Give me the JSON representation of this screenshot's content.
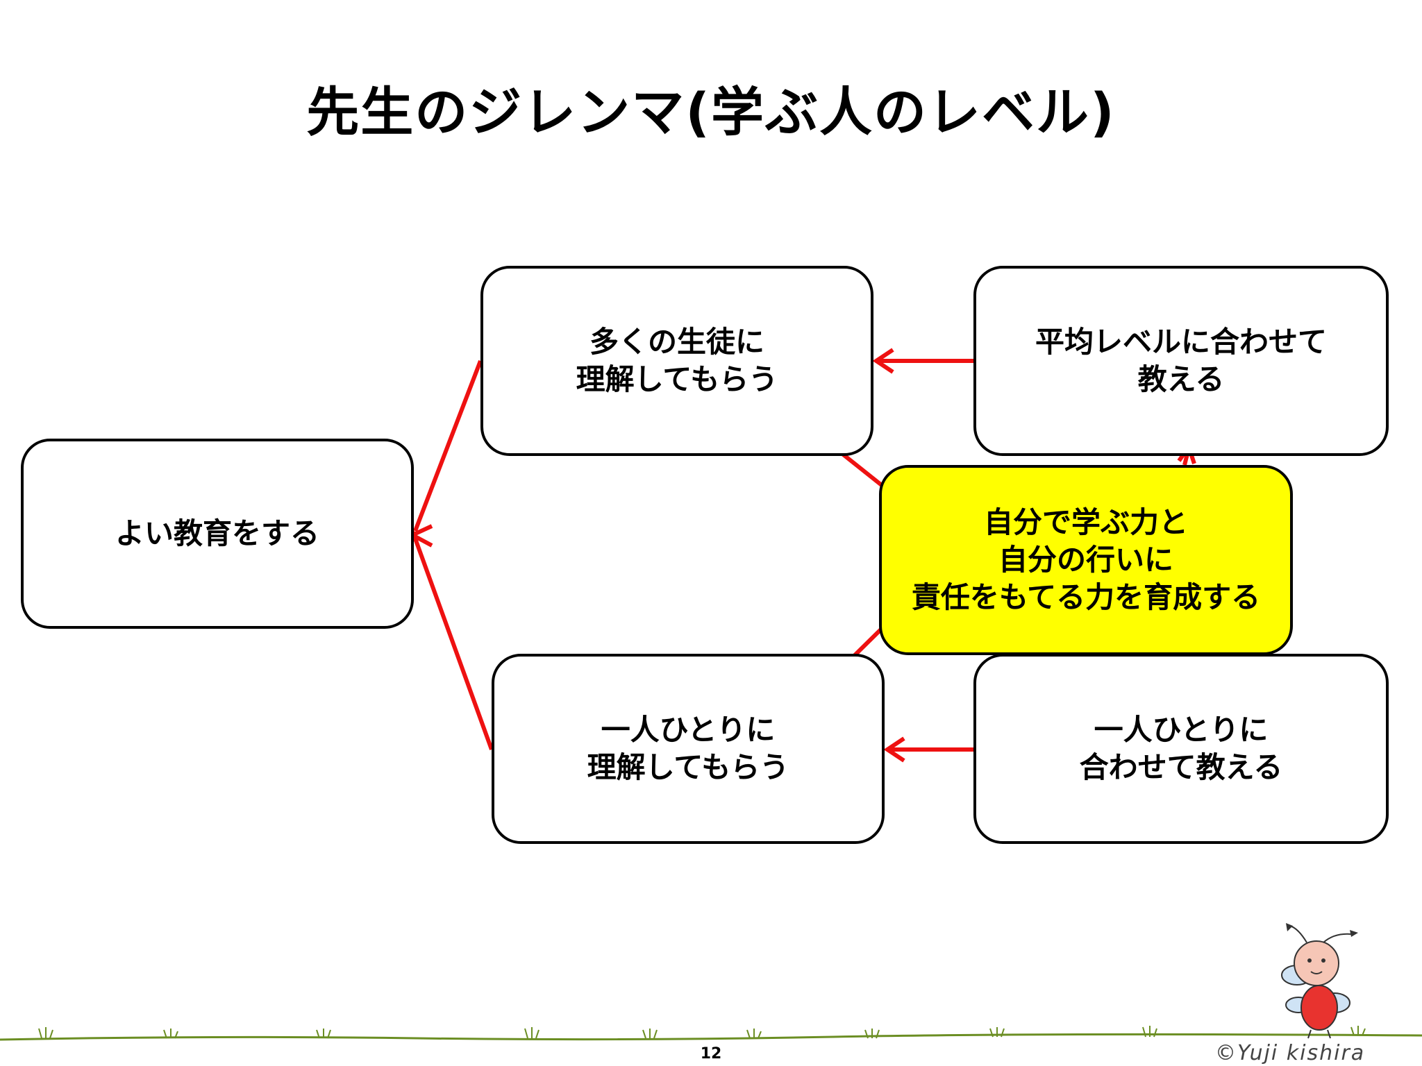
{
  "title": "先生のジレンマ(学ぶ人のレベル)",
  "boxes": {
    "good_education": {
      "lines": [
        "よい教育をする"
      ]
    },
    "many_students": {
      "lines": [
        "多くの生徒に",
        "理解してもらう"
      ]
    },
    "average_level": {
      "lines": [
        "平均レベルに合わせて",
        "教える"
      ]
    },
    "each_understands": {
      "lines": [
        "一人ひとりに",
        "理解してもらう"
      ]
    },
    "individual_teach": {
      "lines": [
        "一人ひとりに",
        "合わせて教える"
      ]
    },
    "center": {
      "lines": [
        "自分で学ぶ力と",
        "自分の行いに",
        "責任をもてる力を育成する"
      ]
    }
  },
  "colors": {
    "arrow": "#ee1111",
    "highlight": "#ffff00",
    "box_border": "#000000",
    "grass": "#6b8e23"
  },
  "footer": {
    "page_number": "12",
    "copyright": "©Yuji kishira"
  },
  "mascot": {
    "icon": "ladybug-mascot-icon"
  }
}
